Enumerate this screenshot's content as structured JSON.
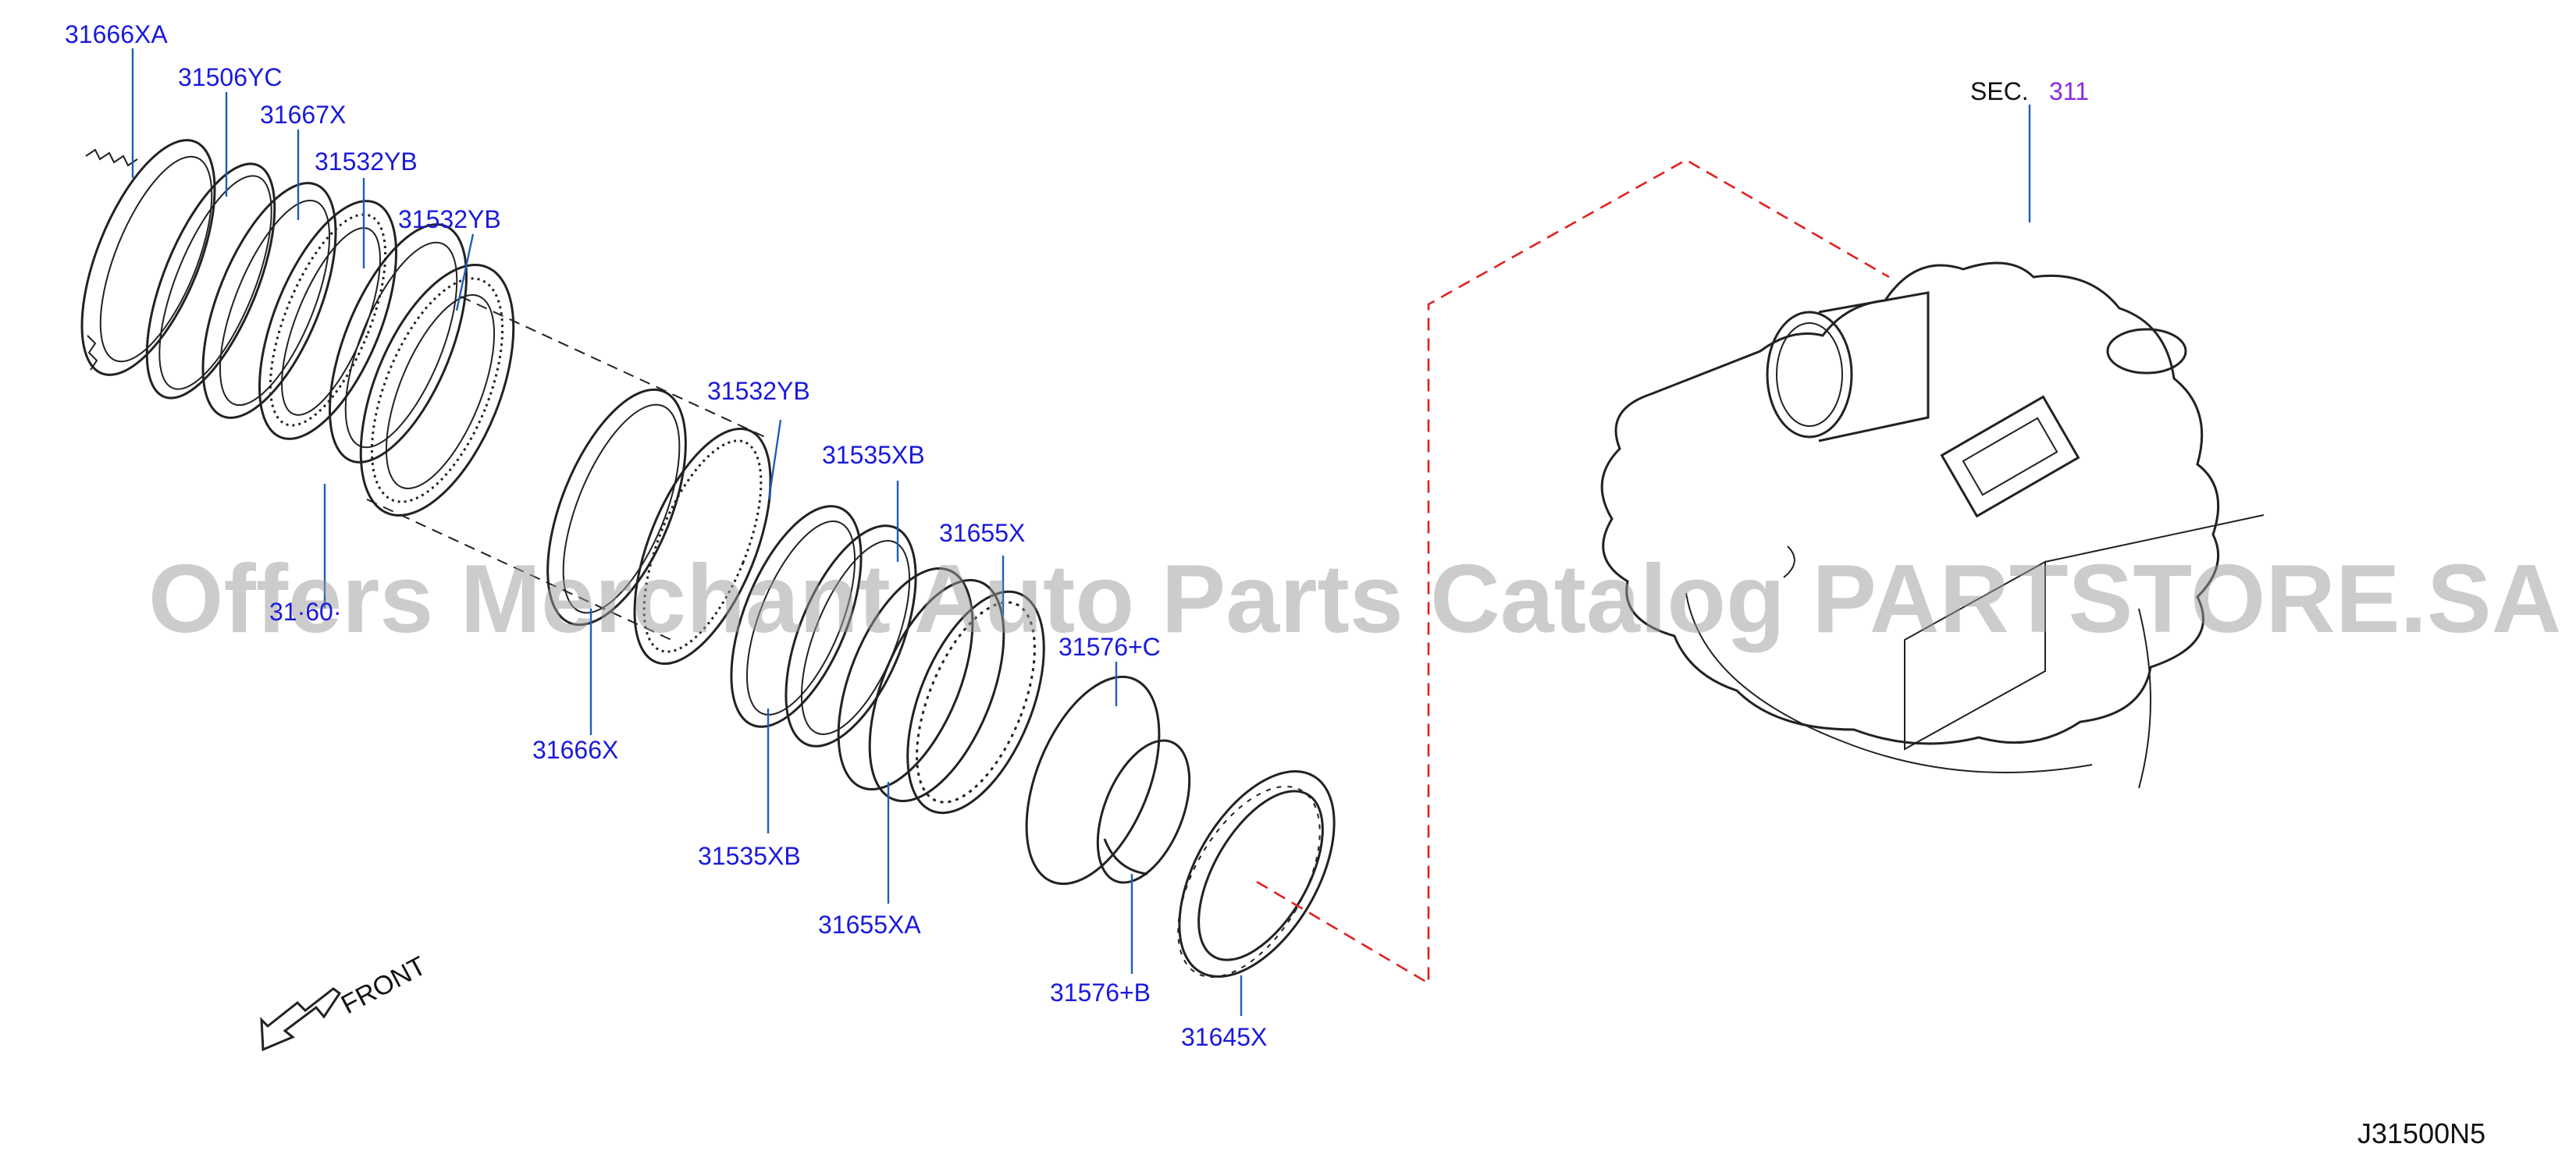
{
  "labels": {
    "p31666XA": "31666XA",
    "p31506YC": "31506YC",
    "p31667X": "31667X",
    "p31532YB_1": "31532YB",
    "p31532YB_2": "31532YB",
    "p31532YB_3": "31532YB",
    "p31535XB_top": "31535XB",
    "p31655X": "31655X",
    "p31576C": "31576+C",
    "p31666X": "31666X",
    "p31535XB_bottom": "31535XB",
    "p31655XA": "31655XA",
    "p31576B": "31576+B",
    "p31645X": "31645X",
    "hidden_partial": "31·60·",
    "sec_prefix": "SEC.",
    "sec_number": "311"
  },
  "front_label": "FRONT",
  "diagram_code": "J31500N5",
  "watermark": "Offers Merchant Auto Parts Catalog PARTSTORE.SA",
  "colors": {
    "label": "#1a1adb",
    "leader": "#1f5fb8",
    "sec_number": "#8a2be2",
    "dashed_reference": "#e02020",
    "linework": "#222222"
  }
}
